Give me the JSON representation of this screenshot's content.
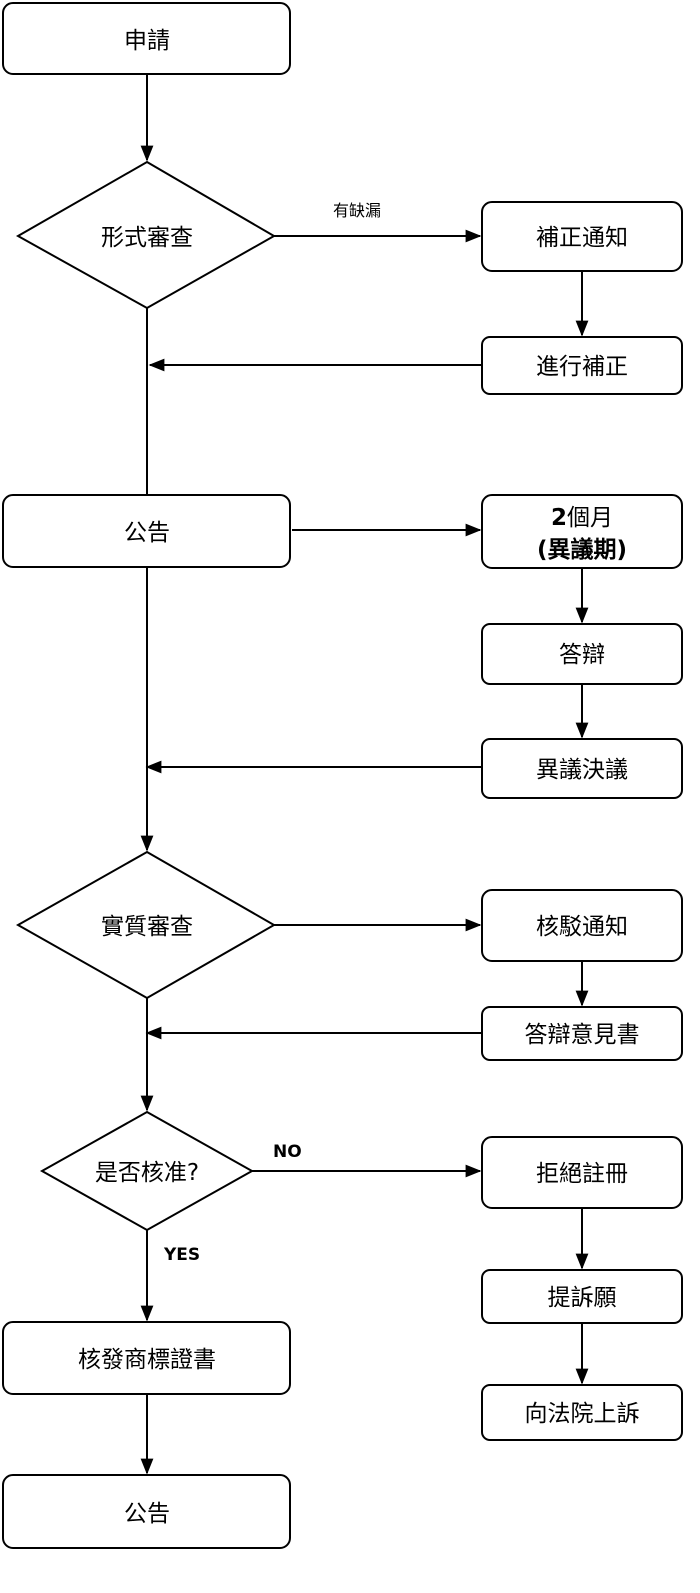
{
  "nodes": {
    "apply": "申請",
    "formal_review": "形式審查",
    "correction_notice": "補正通知",
    "make_correction": "進行補正",
    "publication_1": "公告",
    "opposition_period_num": "2",
    "opposition_period_unit": "個月",
    "opposition_period_label": "(異議期)",
    "defense": "答辯",
    "opposition_decision": "異議決議",
    "substantive_review": "實質審查",
    "rejection_notice": "核駁通知",
    "defense_opinion": "答辯意見書",
    "approved_question": "是否核准?",
    "reject_registration": "拒絕註冊",
    "petition": "提訴願",
    "appeal_court": "向法院上訴",
    "issue_certificate": "核發商標證書",
    "publication_2": "公告"
  },
  "edges": {
    "deficiency": "有缺漏",
    "no": "NO",
    "yes": "YES"
  }
}
